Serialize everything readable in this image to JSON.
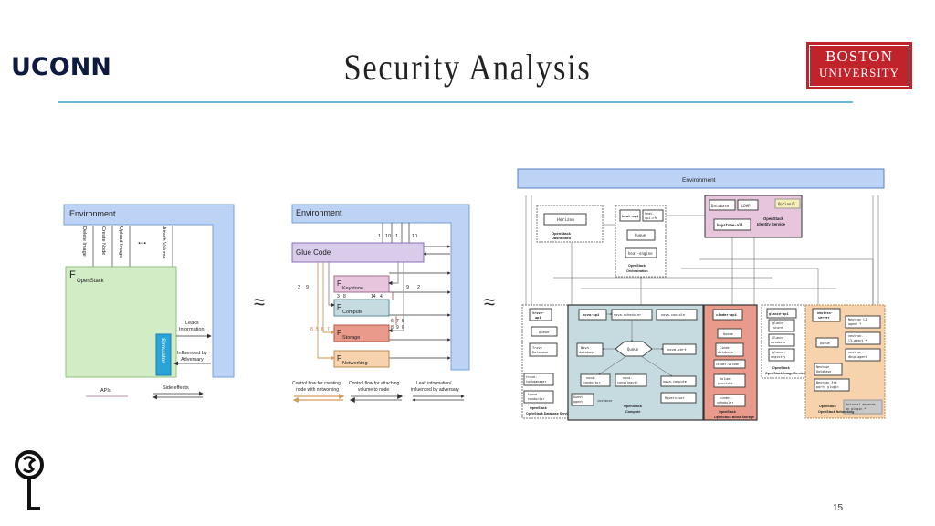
{
  "slide": {
    "title": "Security Analysis",
    "page_number": "15",
    "uconn_logo": "UCONN",
    "bu_logo": {
      "line1": "BOSTON",
      "line2": "UNIVERSITY"
    },
    "accent_rule": "#6fb5dc"
  },
  "approx_symbols": [
    "≈",
    "≈"
  ],
  "diagram1": {
    "environment": "Environment",
    "channels": [
      "Delete Image",
      "Create Node",
      "Upload Image",
      "Attach Volume"
    ],
    "ellipsis": "...",
    "f_letter": "F",
    "f_sub": "OpenStack",
    "simulator": "Simulator",
    "leaks_information": "Leaks Information",
    "influenced_by_adversary": "Influenced by Adversary",
    "apis": "APIs",
    "side_effects": "Side effects"
  },
  "diagram2": {
    "environment": "Environment",
    "glue_code": "Glue Code",
    "components": [
      {
        "letter": "F",
        "name": "Keystone",
        "color": "#e7c6dd"
      },
      {
        "letter": "F",
        "name": "Compute",
        "color": "#c6dbe0"
      },
      {
        "letter": "F",
        "name": "Storage",
        "color": "#e99a8b"
      },
      {
        "letter": "F",
        "name": "Networking",
        "color": "#f6d3ad"
      }
    ],
    "numbers": [
      "1",
      "10",
      "1",
      "10",
      "2",
      "9",
      "9",
      "2",
      "3",
      "8",
      "14",
      "4",
      "8",
      "5",
      "6",
      "7",
      "6",
      "7",
      "5",
      "8",
      "9",
      "6"
    ],
    "legend": [
      "Control flow for creating node with networking",
      "Control flow for attaching volume to node",
      "Leak information/ influenced by adversary"
    ]
  },
  "diagram3": {
    "environment": "Environment",
    "horizon": "Horizon",
    "dashboard": "OpenStack Dashboard",
    "heat_api": "heat-api",
    "heat_api_cfn": "heat-api-cfn",
    "heat_queue": "Queue",
    "heat_engine": "heat-engine",
    "orchestration": "OpenStack Orchestration",
    "database": "Database",
    "ldap": "LDAP",
    "optional": "Optional",
    "keystone_all": "keystone-all",
    "identity": "OpenStack Identity Service",
    "trove_api": "trove-api",
    "trove_queue": "Queue",
    "trove_database": "Trove Database",
    "trove_taskmanager": "trove-taskmanager",
    "trove_conductor": "trove-conductor",
    "guest_agent": "Guest agent",
    "instance": "instance",
    "database_service": "OpenStack Database Service",
    "nova_api": "nova-api",
    "nova_scheduler": "nova-scheduler",
    "nova_console": "nova-console",
    "nova_database": "Nova database",
    "nova_queue": "Queue",
    "nova_cert": "nova-cert",
    "nova_conductor": "nova-conductor",
    "nova_consoleauth": "nova-consoleauth",
    "nova_compute": "nova-compute",
    "hypervisor": "Hypervisor",
    "compute": "OpenStack Compute",
    "cinder_api": "cinder-api",
    "cinder_queue": "Queue",
    "cinder_database": "Cinder database",
    "cinder_volume": "cinder-volume",
    "volume_provider": "Volume provider",
    "cinder_scheduler": "cinder-scheduler",
    "block_storage": "OpenStack Block Storage",
    "glance_api": "glance-api",
    "glance_store": "glance store",
    "glance_database": "Glance database",
    "glance_registry": "glance-registry",
    "image_service": "OpenStack Image Service",
    "neutron_server": "neutron-server",
    "neutron_l2": "Neutron L2 agent *",
    "neutron_queue": "Queue",
    "neutron_l3": "neutron-l3-agent *",
    "neutron_dhcp": "neutron-dhcp-agent",
    "neutron_database": "Neutron Database",
    "neutron_3rd": "Neutron 3rd party plugin",
    "networking": "OpenStack Networking",
    "optional_depends": "Optional depends on plugin *"
  }
}
